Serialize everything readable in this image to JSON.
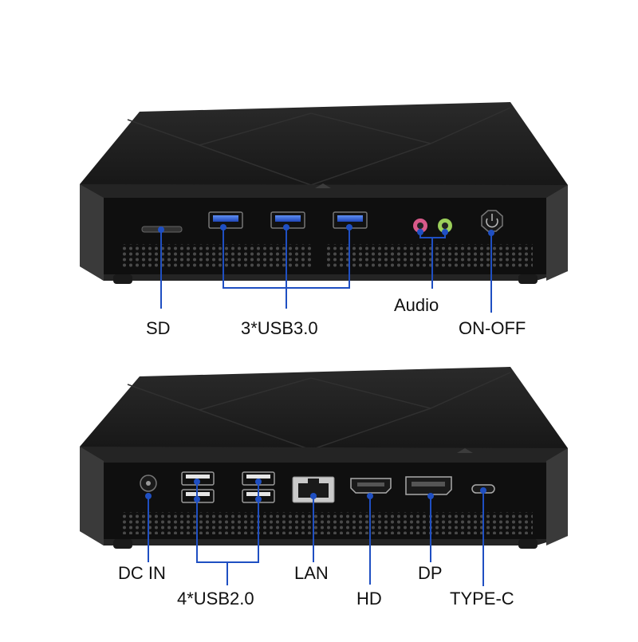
{
  "colors": {
    "background": "#ffffff",
    "device_body": "#232323",
    "device_top": "#1b1b1b",
    "front_panel": "#101010",
    "usb3_blue": "#2e5fd8",
    "callout_line": "#1f4fc2",
    "label_text": "#111111"
  },
  "front_view": {
    "labels": {
      "sd": "SD",
      "usb3": "3*USB3.0",
      "audio": "Audio",
      "power": "ON-OFF"
    },
    "icons": [
      "sd-slot-icon",
      "usb3-port-icon",
      "audio-jack-icon",
      "power-button-icon"
    ]
  },
  "rear_view": {
    "labels": {
      "dc_in": "DC IN",
      "usb2": "4*USB2.0",
      "lan": "LAN",
      "hd": "HD",
      "dp": "DP",
      "type_c": "TYPE-C"
    },
    "icons": [
      "dc-jack-icon",
      "usb2-port-icon",
      "lan-port-icon",
      "hdmi-port-icon",
      "displayport-icon",
      "type-c-port-icon"
    ]
  }
}
